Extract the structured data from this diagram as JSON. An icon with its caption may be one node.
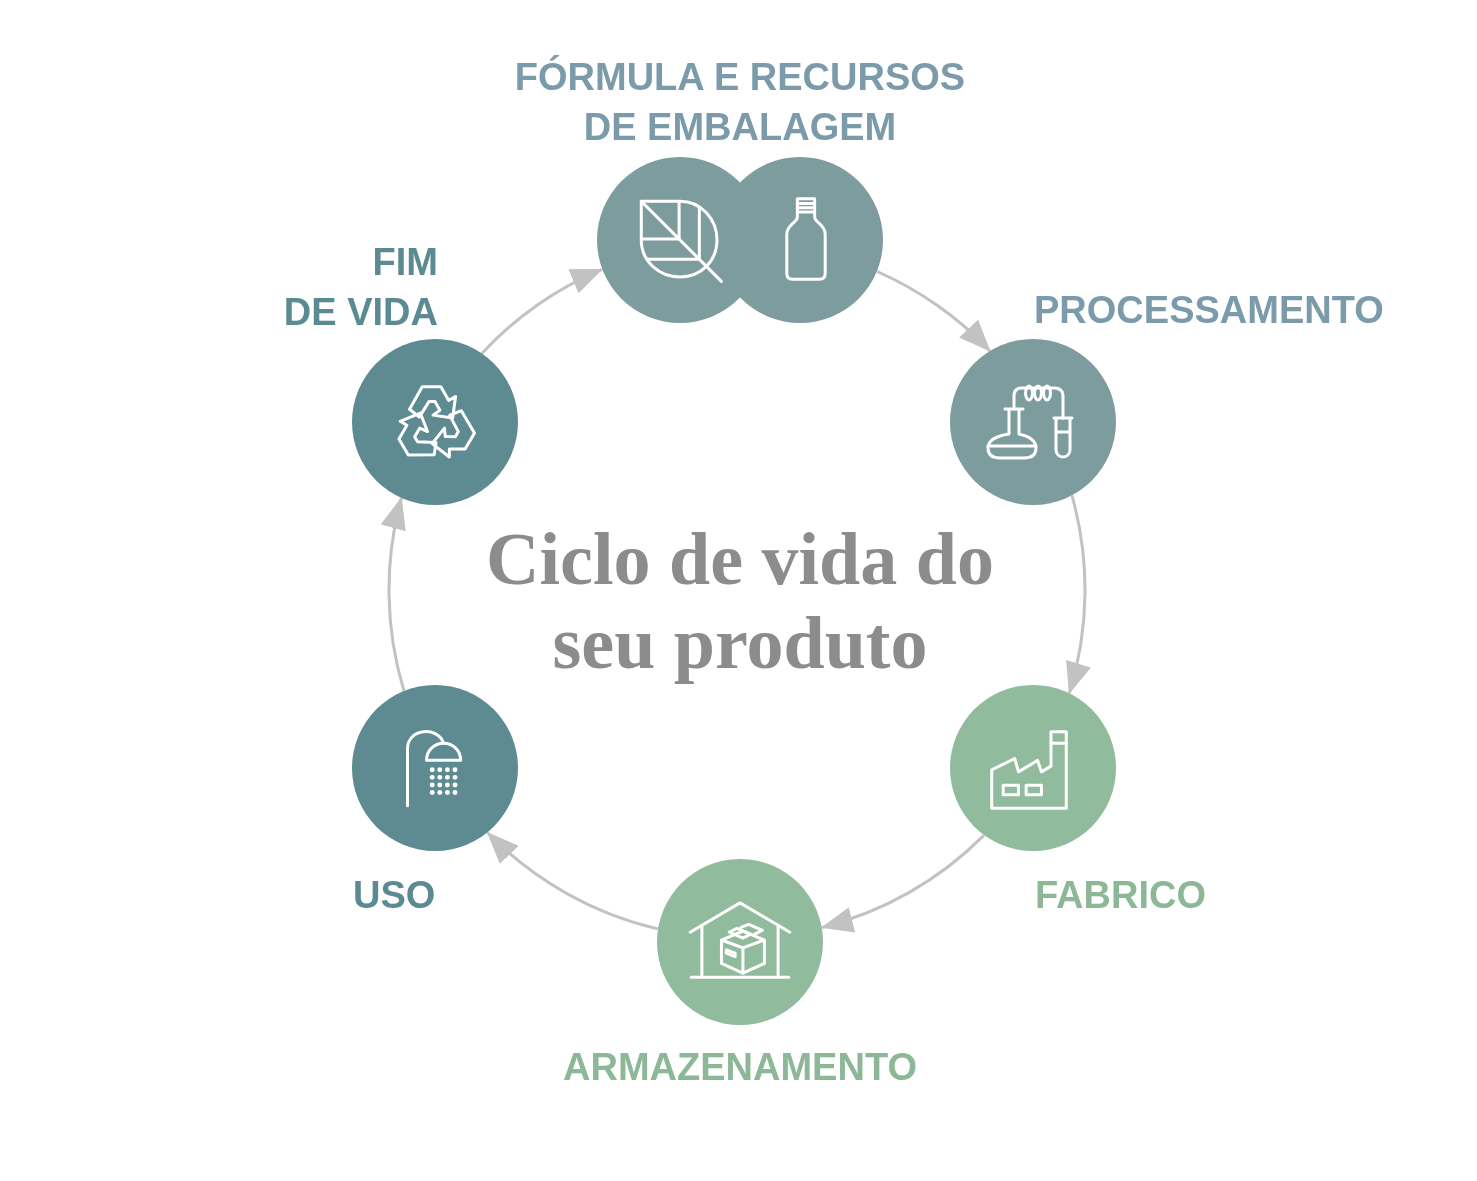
{
  "diagram": {
    "title": "Ciclo de vida do seu produto",
    "nodes": [
      {
        "text": [
          "FÓRMULA E RECURSOS DE EMBALAGEM"
        ]
      },
      {
        "text": [
          "PROCESSAMENTO"
        ]
      },
      {
        "text": [
          "FABRICO"
        ]
      },
      {
        "text": [
          "ARMAZENAMENTO"
        ]
      },
      {
        "text": [
          "USO"
        ]
      },
      {
        "text": [
          "FIM DE VIDA"
        ]
      }
    ],
    "edges": [
      {
        "from": 0,
        "to": 1,
        "arrow": "to"
      },
      {
        "from": 1,
        "to": 2,
        "arrow": "to"
      },
      {
        "from": 2,
        "to": 3,
        "arrow": "to"
      },
      {
        "from": 3,
        "to": 4,
        "arrow": "to"
      },
      {
        "from": 4,
        "to": 5,
        "arrow": "to"
      },
      {
        "from": 5,
        "to": 0,
        "arrow": "to"
      }
    ]
  }
}
